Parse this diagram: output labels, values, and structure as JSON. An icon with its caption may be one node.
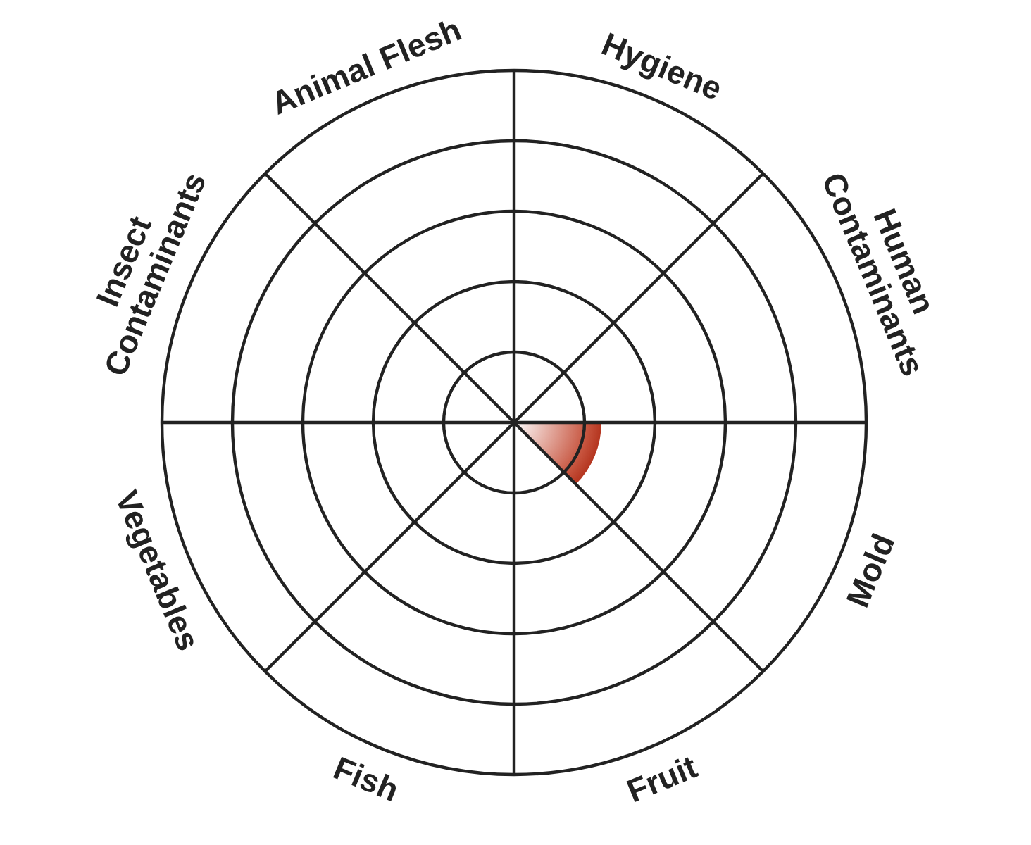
{
  "diagram": {
    "labels": [
      "Hygiene",
      "Human Contaminants",
      "Mold",
      "Fruit",
      "Fish",
      "Vegetables",
      "Insect Contaminants",
      "Animal Flesh"
    ]
  }
}
